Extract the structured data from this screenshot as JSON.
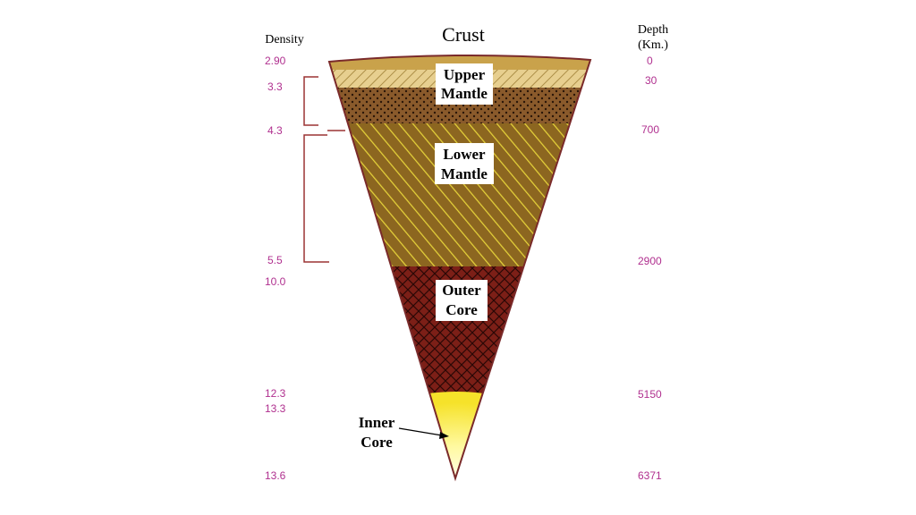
{
  "headers": {
    "density": "Density",
    "crust": "Crust",
    "depth_line1": "Depth",
    "depth_line2": "(Km.)"
  },
  "layers": {
    "upper_mantle": [
      "Upper",
      "Mantle"
    ],
    "lower_mantle": [
      "Lower",
      "Mantle"
    ],
    "outer_core": [
      "Outer",
      "Core"
    ],
    "inner_core": [
      "Inner",
      "Core"
    ]
  },
  "density_values": [
    "2.90",
    "3.3",
    "4.3",
    "5.5",
    "10.0",
    "12.3",
    "13.3",
    "13.6"
  ],
  "depth_values": [
    "0",
    "30",
    "700",
    "2900",
    "5150",
    "6371"
  ],
  "colors": {
    "value_text": "#b0308f",
    "bracket": "#9b3434",
    "crust": "#c9a24b",
    "upper_crust_band": "#e7cf8f",
    "upper_mantle": "#8a5a2b",
    "lower_mantle": "#8c6620",
    "lower_mantle_hatch": "#e5d23a",
    "outer_core": "#7c1f17",
    "inner_core": "#ffff7a"
  }
}
